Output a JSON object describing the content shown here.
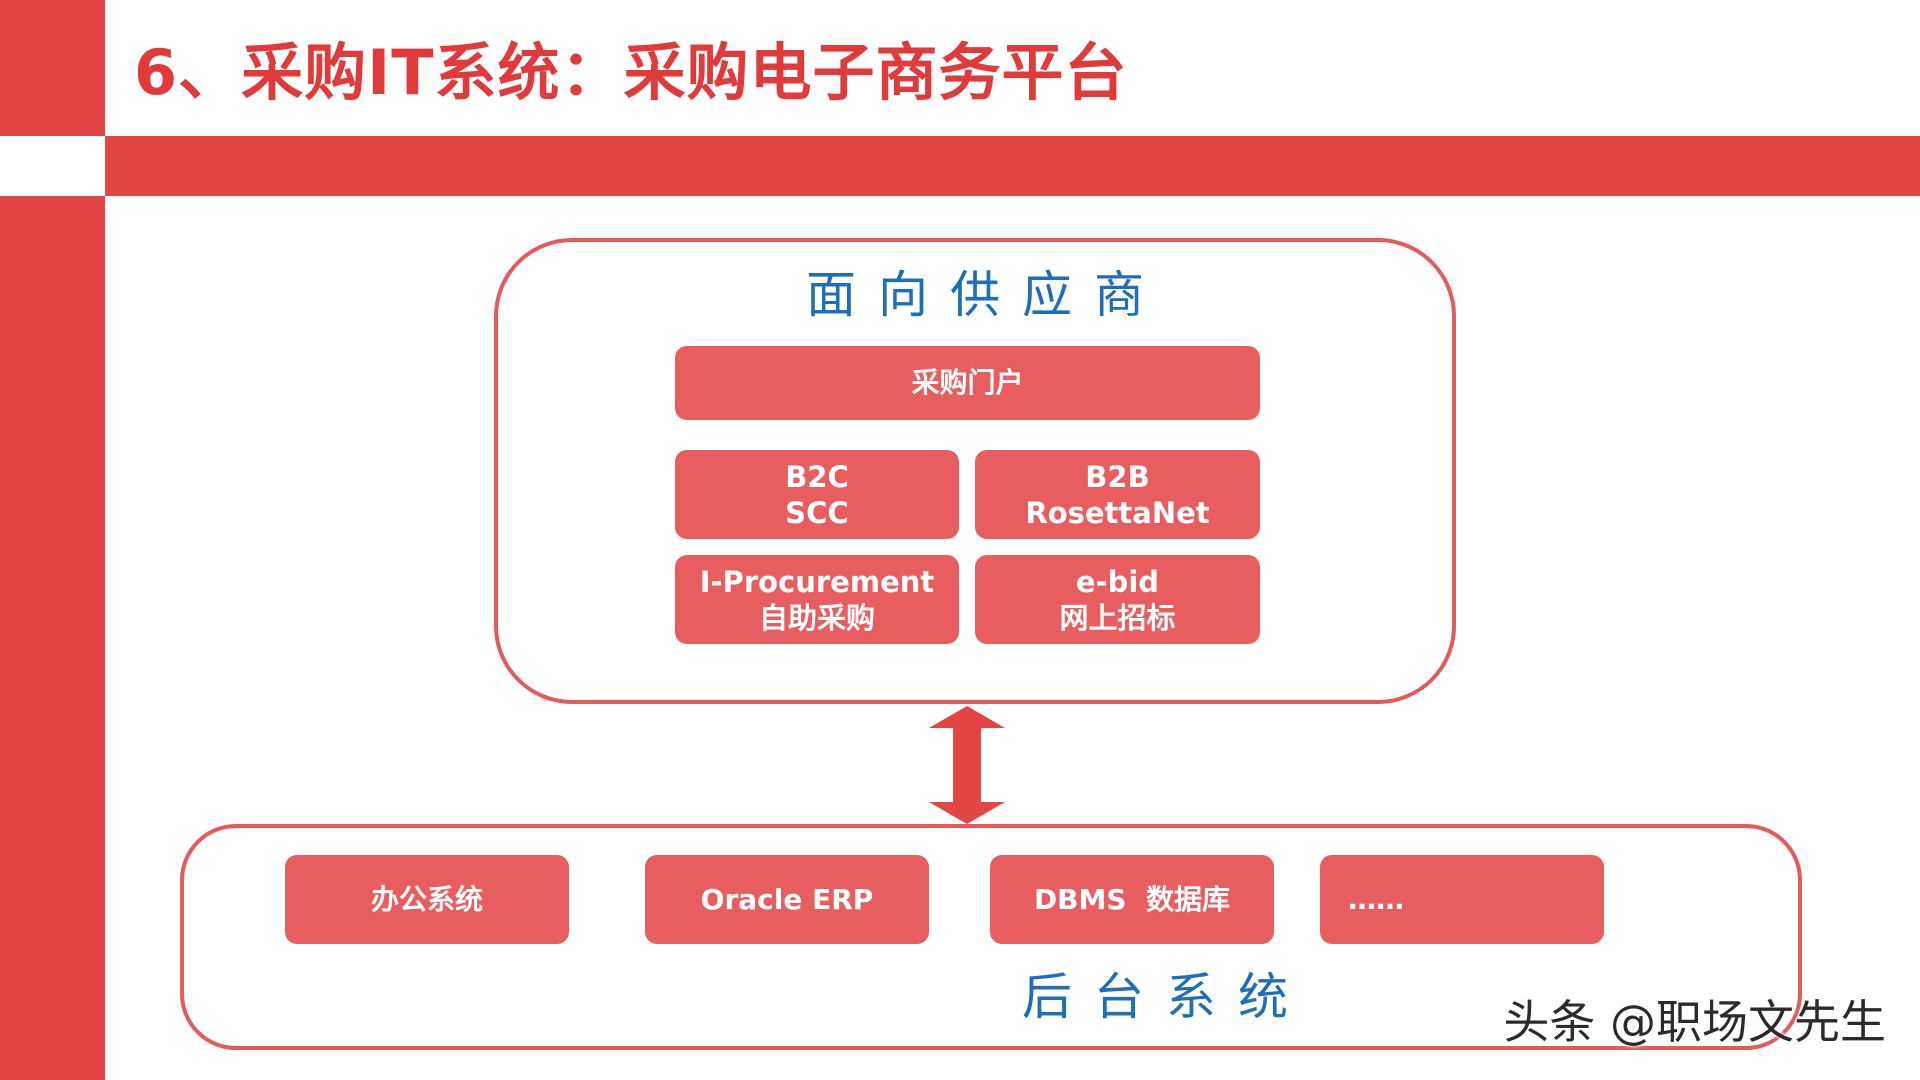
{
  "slide": {
    "title": "6、采购IT系统：采购电子商务平台",
    "colors": {
      "accent_red": "#E34444",
      "box_red": "#E85E5E",
      "heading_blue": "#1E6FB5"
    }
  },
  "supplier_section": {
    "heading": "面向供应商",
    "nodes": {
      "portal": "采购门户",
      "b2c": [
        "B2C",
        "SCC"
      ],
      "b2b": [
        "B2B",
        "RosettaNet"
      ],
      "iprocurement": [
        "I-Procurement",
        "自助采购"
      ],
      "ebid": [
        "e-bid",
        "网上招标"
      ]
    }
  },
  "connector": {
    "type": "double-arrow-vertical"
  },
  "backend_section": {
    "heading": "后台系统",
    "nodes": {
      "office": "办公系统",
      "oracle": "Oracle ERP",
      "dbms": "DBMS  数据库",
      "more": "……"
    }
  },
  "watermark": "头条 @职场文先生"
}
